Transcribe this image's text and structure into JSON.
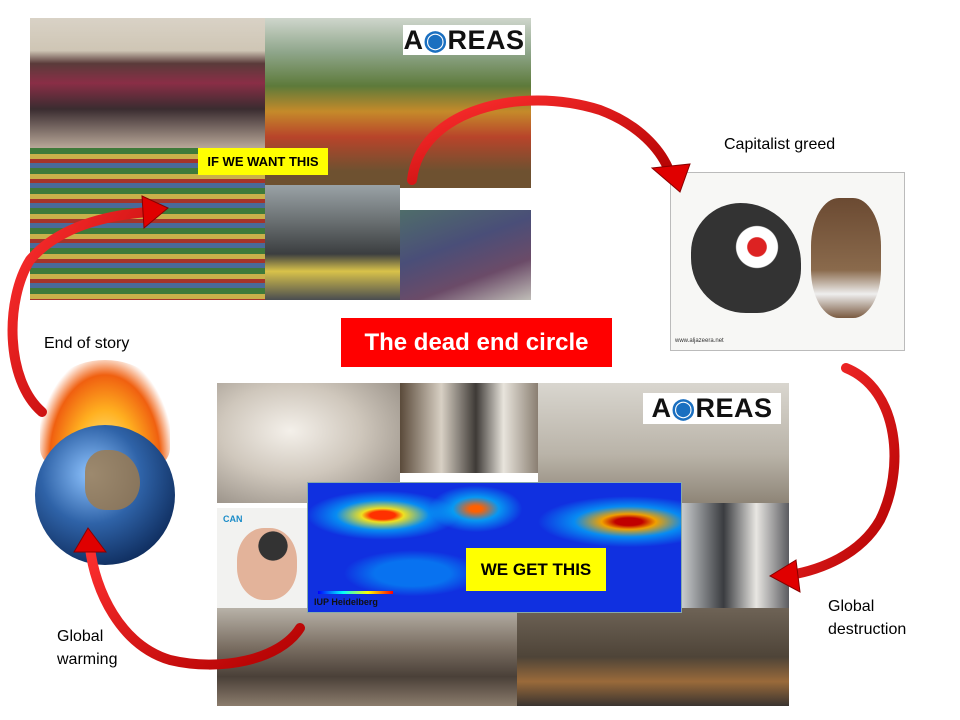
{
  "title": "The dead end circle",
  "labels": {
    "capitalist_greed": "Capitalist greed",
    "end_of_story": "End of story",
    "global_destruction": "Global\ndestruction",
    "global_warming": "Global\nwarming"
  },
  "top_collage": {
    "caption": "IF WE WANT THIS",
    "logo": {
      "prefix": "A",
      "ring": "((•))",
      "suffix": "REAS"
    }
  },
  "bottom_collage": {
    "caption": "WE GET THIS",
    "map_credit": "IUP Heidelberg",
    "badge": "CAN",
    "logo": {
      "prefix": "A",
      "ring": "((•))",
      "suffix": "REAS"
    }
  },
  "cartoon_credit": "www.aljazeera.net",
  "colors": {
    "accent_red": "#ff0000",
    "caption_yellow": "#ffff00",
    "arrow_red": "#e00000"
  }
}
